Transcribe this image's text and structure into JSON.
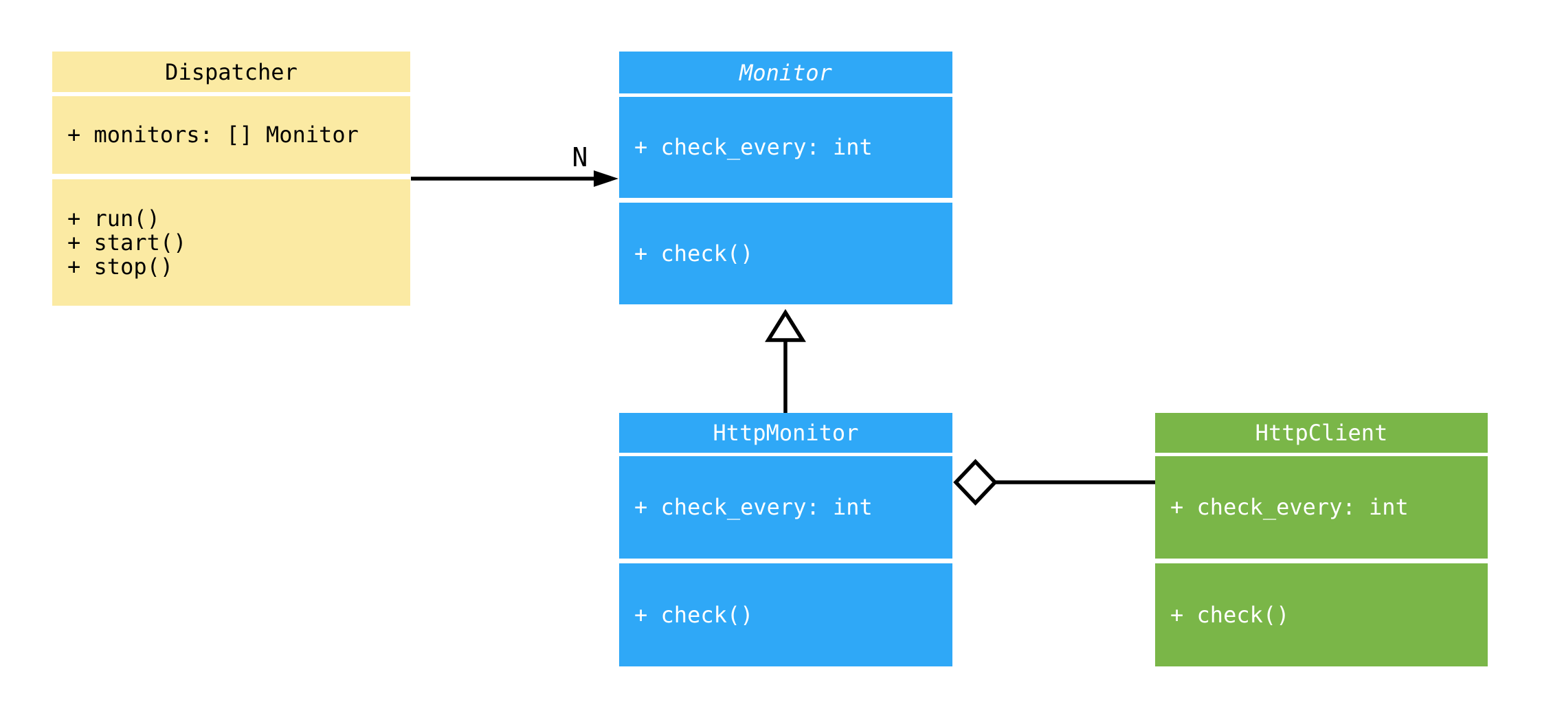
{
  "diagram": {
    "background_color": "#ffffff",
    "classes": [
      {
        "name": "Dispatcher",
        "fill_color": "#FBEAA3",
        "text_color": "#000000",
        "abstract": false,
        "attributes": [
          "+ monitors: [] Monitor"
        ],
        "methods": [
          "+ run()",
          "+ start()",
          "+ stop()"
        ]
      },
      {
        "name": "Monitor",
        "fill_color": "#2FA8F7",
        "text_color": "#ffffff",
        "abstract": true,
        "attributes": [
          "+ check_every: int"
        ],
        "methods": [
          "+ check()"
        ]
      },
      {
        "name": "HttpMonitor",
        "fill_color": "#2FA8F7",
        "text_color": "#ffffff",
        "abstract": false,
        "attributes": [
          "+ check_every: int"
        ],
        "methods": [
          "+ check()"
        ]
      },
      {
        "name": "HttpClient",
        "fill_color": "#7AB648",
        "text_color": "#ffffff",
        "abstract": false,
        "attributes": [
          "+ check_every: int"
        ],
        "methods": [
          "+ check()"
        ]
      }
    ],
    "relationships": [
      {
        "type": "association",
        "from": "Dispatcher",
        "to": "Monitor",
        "label": "N"
      },
      {
        "type": "inheritance",
        "from": "HttpMonitor",
        "to": "Monitor",
        "label": ""
      },
      {
        "type": "aggregation",
        "from": "HttpMonitor",
        "to": "HttpClient",
        "label": ""
      }
    ],
    "edge_color": "#000000"
  }
}
